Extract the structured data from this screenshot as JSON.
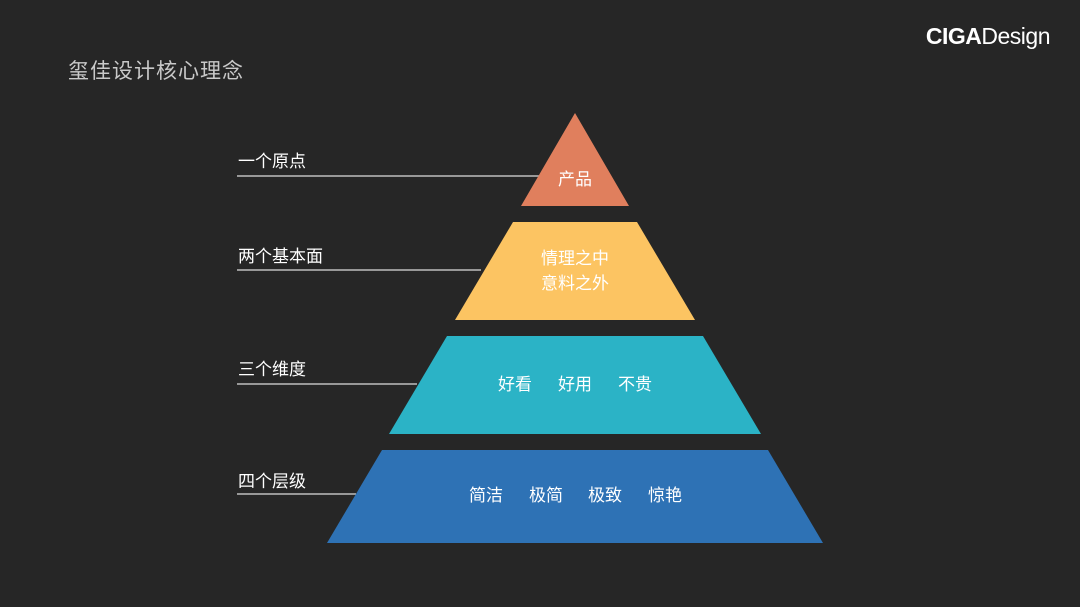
{
  "title": "玺佳设计核心理念",
  "logo": {
    "brand": "CIGA",
    "sub": "Design"
  },
  "tiers": [
    {
      "label": "一个原点",
      "lines": [
        "产品"
      ],
      "color": "#e07f5d"
    },
    {
      "label": "两个基本面",
      "lines": [
        "情理之中",
        "意料之外"
      ],
      "color": "#fcc462"
    },
    {
      "label": "三个维度",
      "words": [
        "好看",
        "好用",
        "不贵"
      ],
      "color": "#2bb3c6"
    },
    {
      "label": "四个层级",
      "words": [
        "简洁",
        "极简",
        "极致",
        "惊艳"
      ],
      "color": "#2e72b5"
    }
  ],
  "line_color": "#bdbdbd"
}
